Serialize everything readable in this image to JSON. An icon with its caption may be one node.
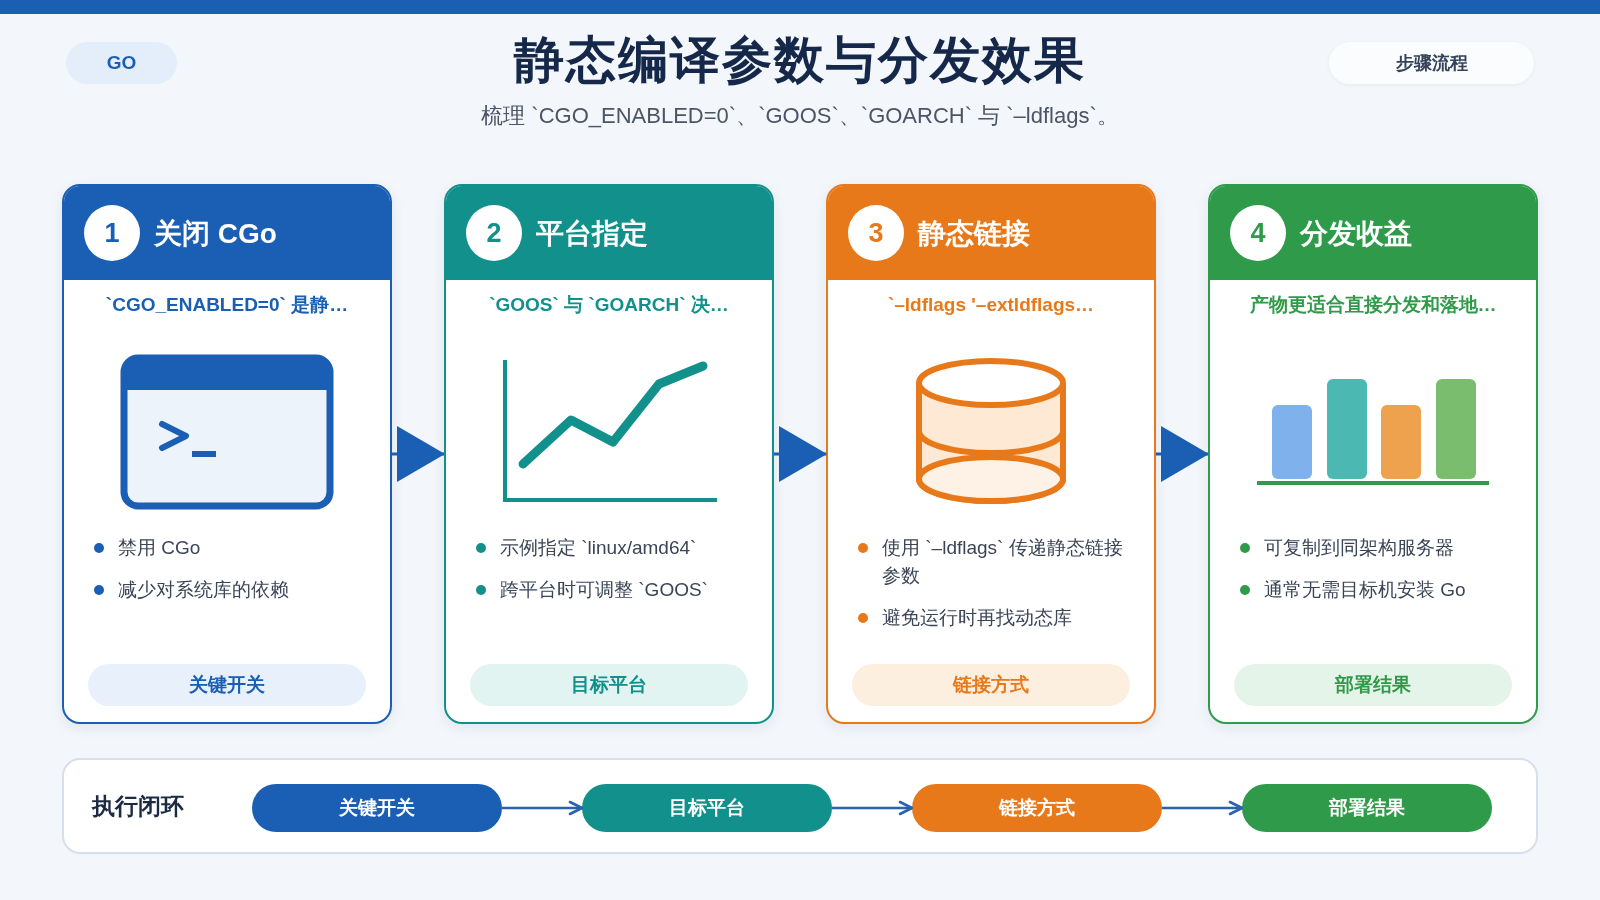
{
  "diagram": {
    "title": "静态编译参数与分发效果",
    "nodes": [
      {
        "text": [
          "GO"
        ]
      },
      {
        "text": [
          "步骤流程"
        ]
      },
      {
        "text": [
          "关闭 CGo",
          "`CGO_ENABLED=0` 是静…",
          "禁用 CGo",
          "减少对系统库的依赖"
        ]
      },
      {
        "text": [
          "1"
        ],
        "in": 2
      },
      {
        "text": [
          "关键开关"
        ],
        "in": 2
      },
      {
        "text": [
          "平台指定",
          "`GOOS` 与 `GOARCH` 决…",
          "示例指定 `linux/amd64`",
          "跨平台时可调整 `GOOS`"
        ]
      },
      {
        "text": [
          "2"
        ],
        "in": 5
      },
      {
        "text": [
          "目标平台"
        ],
        "in": 5
      },
      {
        "text": [
          "静态链接",
          "`–ldflags '–extldflags…",
          "使用 `–ldflags` 传递静态链接参数",
          "避免运行时再找动态库"
        ]
      },
      {
        "text": [
          "3"
        ],
        "in": 8
      },
      {
        "text": [
          "链接方式"
        ],
        "in": 8
      },
      {
        "text": [
          "分发收益",
          "产物更适合直接分发和落地…",
          "可复制到同架构服务器",
          "通常无需目标机安装 Go"
        ]
      },
      {
        "text": [
          "4"
        ],
        "in": 11
      },
      {
        "text": [
          "部署结果"
        ],
        "in": 11
      },
      {
        "text": [
          "执行闭环"
        ]
      },
      {
        "text": [
          "关键开关"
        ],
        "in": 14
      },
      {
        "text": [
          "目标平台"
        ],
        "in": 14
      },
      {
        "text": [
          "链接方式"
        ],
        "in": 14
      },
      {
        "text": [
          "部署结果"
        ],
        "in": 14
      }
    ],
    "edges": [
      {
        "from": 2,
        "to": 5,
        "arrow": "to"
      },
      {
        "from": 5,
        "to": 8,
        "arrow": "to"
      },
      {
        "from": 8,
        "to": 11,
        "arrow": "to"
      },
      {
        "from": 15,
        "to": 16,
        "arrow": "to"
      },
      {
        "from": 16,
        "to": 17,
        "arrow": "to"
      },
      {
        "from": 17,
        "to": 18,
        "arrow": "to"
      }
    ],
    "labels": [
      "梳理 `CGO_ENABLED=0`、`GOOS`、`GOARCH` 与 `–ldflags`。"
    ]
  }
}
